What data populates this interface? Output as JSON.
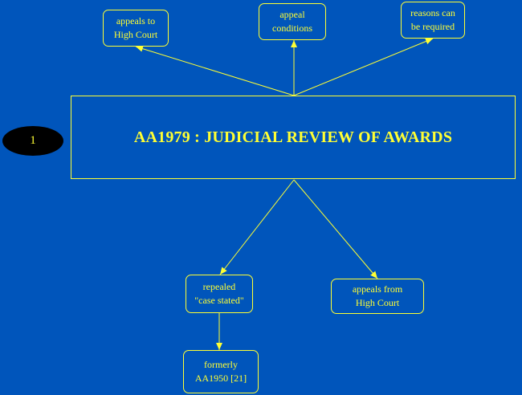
{
  "badge": {
    "label": "1"
  },
  "main_node": {
    "title": "AA1979 : JUDICIAL REVIEW OF AWARDS"
  },
  "nodes": {
    "appeals_to_high_court": "appeals to\nHigh Court",
    "appeal_conditions": "appeal\nconditions",
    "reasons_required": "reasons can\nbe required",
    "repealed_case_stated": "repealed\n\"case stated\"",
    "appeals_from_high_court": "appeals from\nHigh Court",
    "formerly_aa1950": "formerly\nAA1950 [21]"
  },
  "colors": {
    "background": "#0055bb",
    "line": "#ffff33",
    "text": "#ffff33",
    "badge_fill": "#000000"
  }
}
